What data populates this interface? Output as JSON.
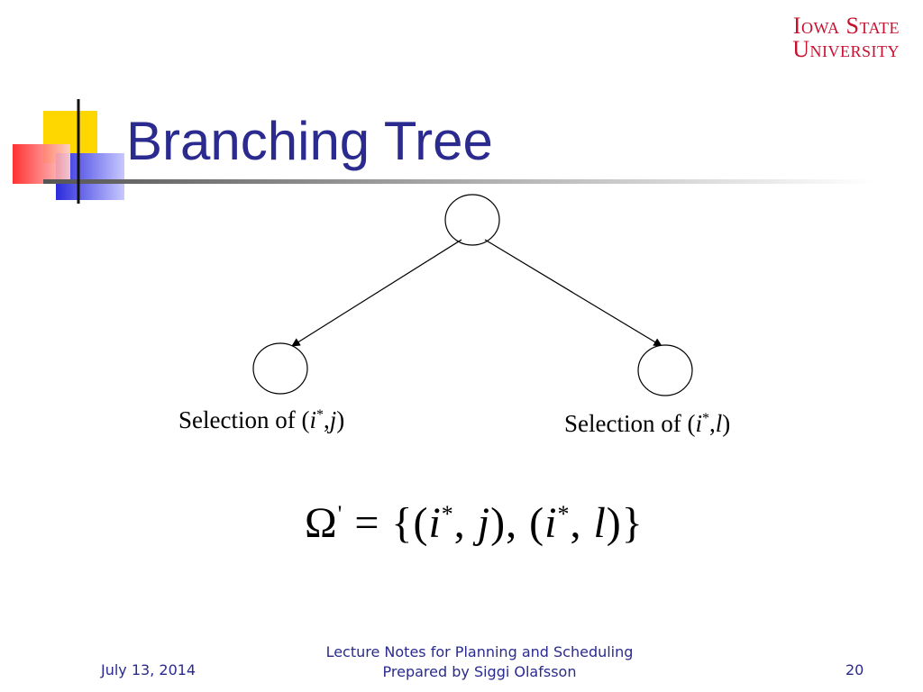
{
  "logo": {
    "line1": "Iowa State",
    "line2": "University"
  },
  "title": "Branching Tree",
  "labels": {
    "left": {
      "prefix": "Selection of (",
      "var1": "i",
      "sup": "*",
      "sep": ",",
      "var2": "j",
      "suffix": ")"
    },
    "right": {
      "prefix": "Selection of (",
      "var1": "i",
      "sup": "*",
      "sep": ",",
      "var2": "l",
      "suffix": ")"
    }
  },
  "formula": {
    "omega": "Ω",
    "prime": "'",
    "eq": " = {(",
    "i1": "i",
    "s1": "*",
    "mid1": ", ",
    "j": "j",
    "mid2": "), (",
    "i2": "i",
    "s2": "*",
    "mid3": ", ",
    "l": "l",
    "end": ")}"
  },
  "footer": {
    "date": "July 13, 2014",
    "line1": "Lecture Notes for Planning and Scheduling",
    "line2": "Prepared by Siggi Olafsson",
    "page": "20"
  },
  "colors": {
    "title": "#2a2a8f",
    "logo": "#c8102e",
    "yellow": "#ffd700",
    "blue": "#2b2bdc",
    "red": "#ff3030"
  }
}
